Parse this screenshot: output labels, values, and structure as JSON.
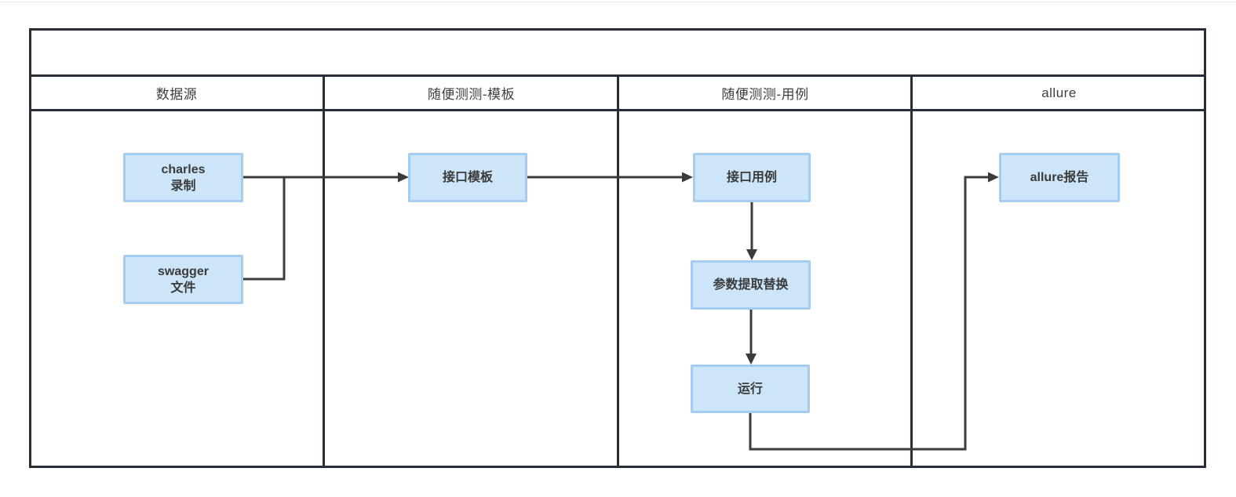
{
  "diagram": {
    "title": "",
    "lanes": [
      {
        "title": "数据源"
      },
      {
        "title": "随便测测-模板"
      },
      {
        "title": "随便测测-用例"
      },
      {
        "title": "allure"
      }
    ],
    "nodes": {
      "charles_recording": {
        "line1": "charles",
        "line2": "录制",
        "lane": "数据源"
      },
      "swagger_file": {
        "line1": "swagger",
        "line2": "文件",
        "lane": "数据源"
      },
      "api_template": {
        "label": "接口模板",
        "lane": "随便测测-模板"
      },
      "api_case": {
        "label": "接口用例",
        "lane": "随便测测-用例"
      },
      "param_extract_replace": {
        "label": "参数提取替换",
        "lane": "随便测测-用例"
      },
      "run": {
        "label": "运行",
        "lane": "随便测测-用例"
      },
      "allure_report": {
        "label": "allure报告",
        "lane": "allure"
      }
    },
    "edges": [
      {
        "from": "charles_recording",
        "to": "api_template"
      },
      {
        "from": "swagger_file",
        "to": "api_template"
      },
      {
        "from": "api_template",
        "to": "api_case"
      },
      {
        "from": "api_case",
        "to": "param_extract_replace"
      },
      {
        "from": "param_extract_replace",
        "to": "run"
      },
      {
        "from": "run",
        "to": "allure_report"
      }
    ],
    "colors": {
      "node_fill": "#cde5f8",
      "node_border": "#a5cdf0",
      "frame_line": "#272e38",
      "connector_line": "#3b3b3b",
      "text": "#3d3d3d",
      "background": "#ffffff"
    }
  }
}
